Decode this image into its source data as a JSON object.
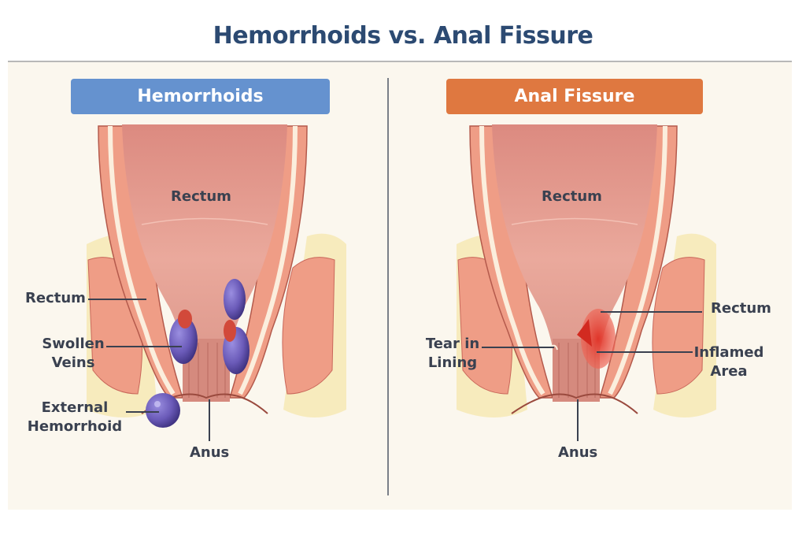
{
  "title": "Hemorrhoids vs. Anal Fissure",
  "colors": {
    "title": "#2c4a72",
    "hemorrhoids_header": "#6592cf",
    "fissure_header": "#df7840",
    "label_text": "#3a4150",
    "background": "#fbf7ee",
    "tissue": "#ef9d86",
    "vein_purple": "#6a5ab8",
    "inflamed_red": "#e0352a"
  },
  "panels": [
    {
      "header": "Hemorrhoids",
      "center_label": "Rectum",
      "labels": {
        "rectum": "Rectum",
        "swollen_veins_1": "Swollen",
        "swollen_veins_2": "Veins",
        "external_1": "External",
        "external_2": "Hemorrhoid",
        "anus": "Anus"
      }
    },
    {
      "header": "Anal Fissure",
      "center_label": "Rectum",
      "labels": {
        "tear_1": "Tear in",
        "tear_2": "Lining",
        "rectum": "Rectum",
        "inflamed_1": "Inflamed",
        "inflamed_2": "Area",
        "anus": "Anus"
      }
    }
  ]
}
